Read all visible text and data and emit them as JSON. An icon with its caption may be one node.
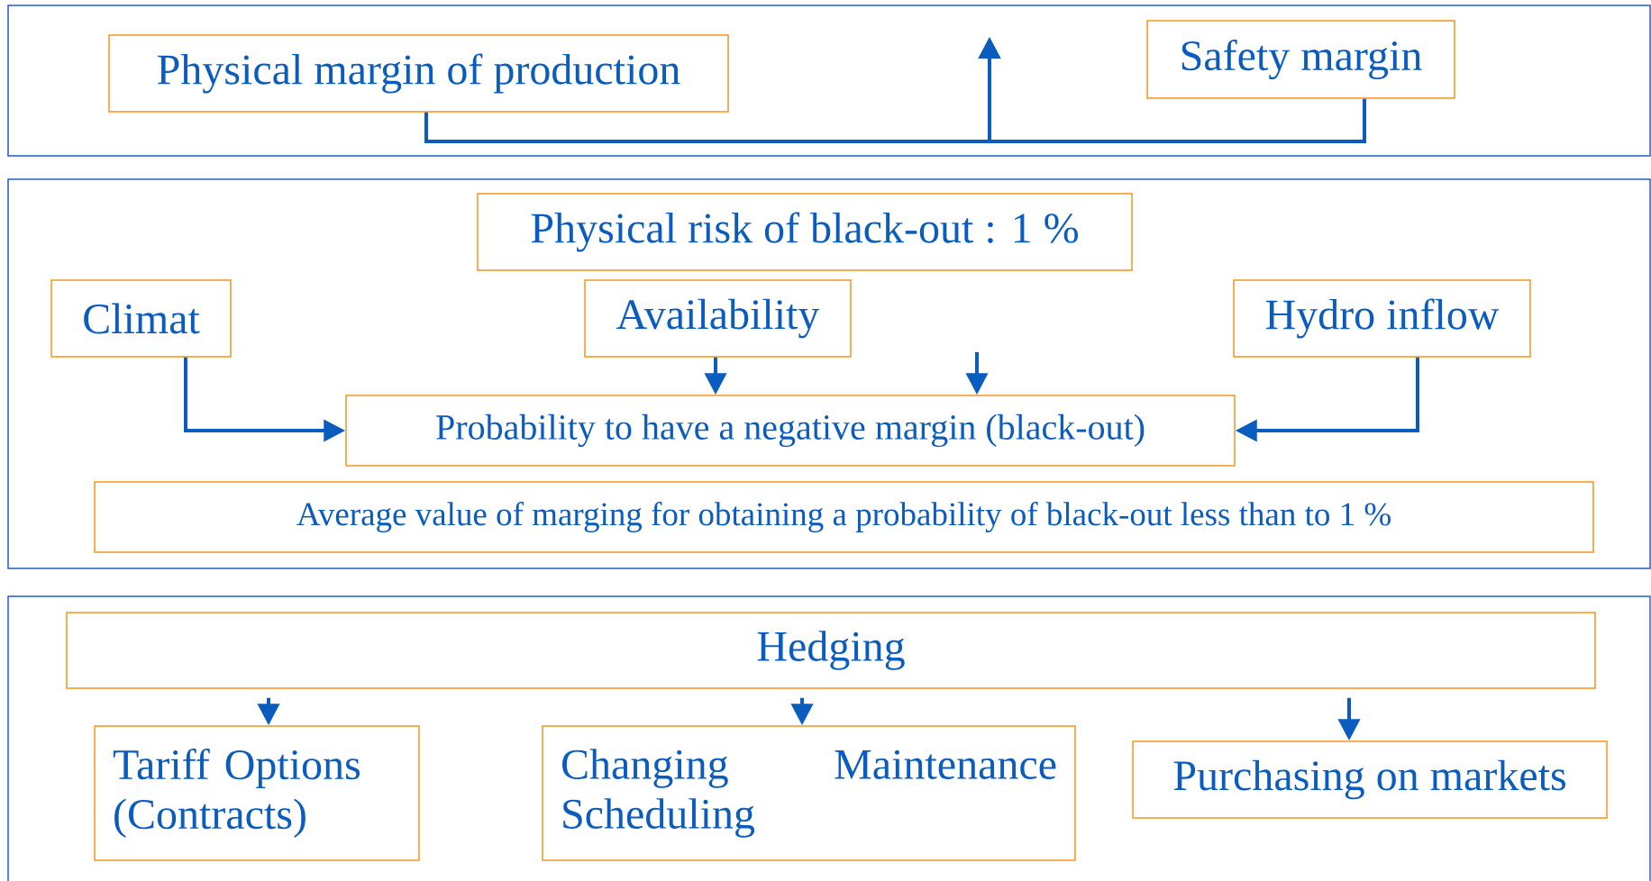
{
  "diagram": {
    "nodes": [
      {
        "text": [
          "Physical margin of production"
        ]
      },
      {
        "text": [
          "Safety margin"
        ]
      },
      {
        "text": [
          "Physical risk of black-out : 1 %"
        ]
      },
      {
        "text": [
          "Climat"
        ]
      },
      {
        "text": [
          "Availability"
        ]
      },
      {
        "text": [
          "Hydro inflow"
        ]
      },
      {
        "text": [
          "Probability to have a negative margin (black-out)"
        ]
      },
      {
        "text": [
          "Average value of marging for obtaining a probability of black-out less than to 1 %"
        ]
      },
      {
        "text": [
          "Hedging"
        ]
      },
      {
        "text": [
          "Tariff Options (Contracts)"
        ]
      },
      {
        "text": [
          "Changing Maintenance Scheduling"
        ]
      },
      {
        "text": [
          "Purchasing on markets"
        ]
      }
    ],
    "edges": [
      {
        "from": 0,
        "to": null,
        "arrow": "to"
      },
      {
        "from": 1,
        "to": null,
        "arrow": "to"
      },
      {
        "from": 3,
        "to": 6,
        "arrow": "to"
      },
      {
        "from": 4,
        "to": 6,
        "arrow": "to"
      },
      {
        "from": null,
        "to": 6,
        "arrow": "to"
      },
      {
        "from": 5,
        "to": 6,
        "arrow": "to"
      },
      {
        "from": 8,
        "to": 9,
        "arrow": "to"
      },
      {
        "from": 8,
        "to": 10,
        "arrow": "to"
      },
      {
        "from": 8,
        "to": 11,
        "arrow": "to"
      }
    ]
  }
}
